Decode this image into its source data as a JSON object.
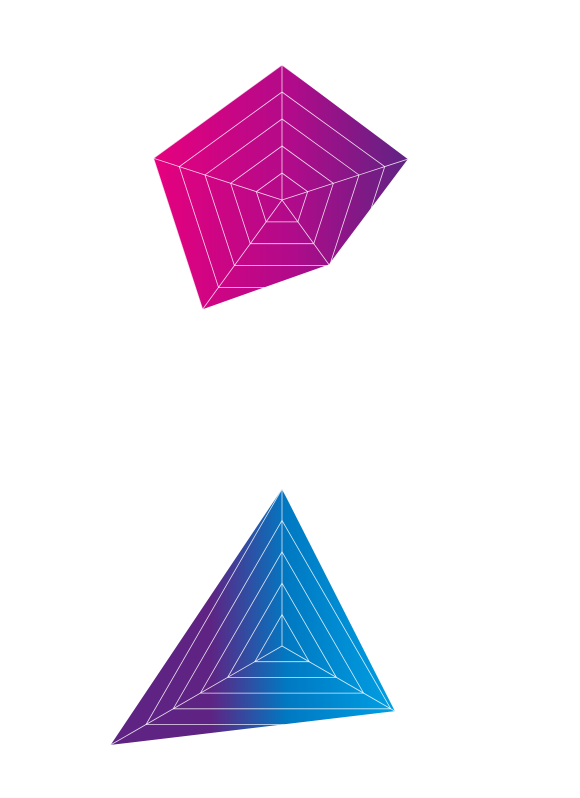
{
  "colors": {
    "pink": "#e6007e",
    "purple": "#5f2383",
    "blue": "#009fe3",
    "grid": "#ffffff",
    "background": "#ffffff"
  },
  "chart_data": [
    {
      "type": "radar",
      "axes": 5,
      "rmax": 1,
      "rings": 5,
      "values": [
        1.0,
        0.98,
        0.59,
        1.0,
        1.0
      ],
      "fill": "gradient-pink-purple",
      "grid": true,
      "legend": "none"
    },
    {
      "type": "radar",
      "axes": 3,
      "rmax": 1,
      "rings": 5,
      "values": [
        1.0,
        0.83,
        1.26
      ],
      "fill": "gradient-purple-blue",
      "grid": true,
      "legend": "none"
    }
  ]
}
